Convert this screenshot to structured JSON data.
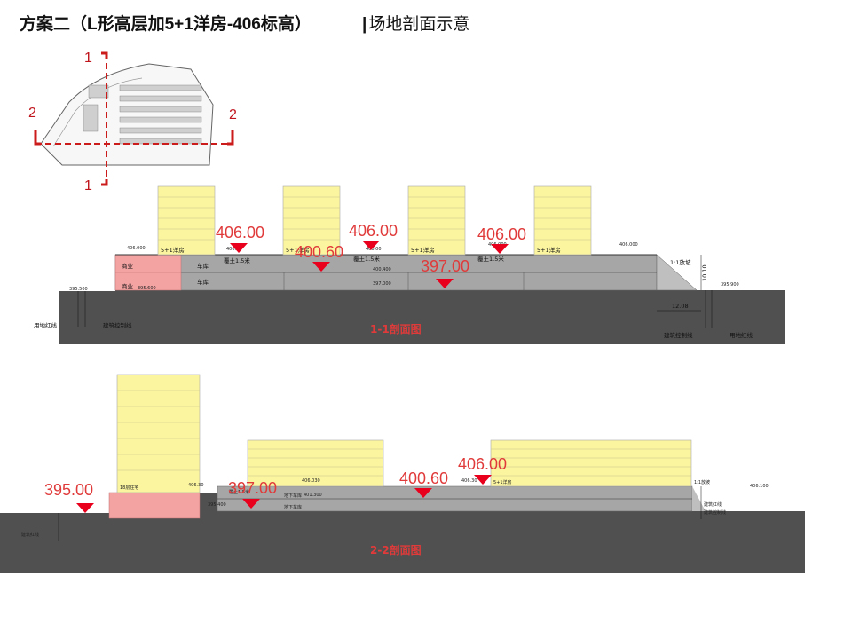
{
  "title": "方案二（L形高层加5+1洋房-406标高）",
  "subtitle": "场地剖面示意",
  "key_plan": {
    "section_labels": {
      "top_1": "1",
      "bottom_1": "1",
      "left_2": "2",
      "right_2": "2"
    }
  },
  "section_1": {
    "name": "1-1剖面图",
    "elevations": {
      "a": "406.00",
      "b": "400.60",
      "c": "406.00",
      "d": "406.00",
      "e": "397.00"
    },
    "house_labels": [
      "5+1洋房",
      "5+1洋房",
      "5+1洋房",
      "5+1洋房"
    ],
    "soil_labels": [
      "覆土1.5米",
      "覆土1.5米",
      "覆土1.5米"
    ],
    "garage_labels": [
      "车库",
      "车库"
    ],
    "commerce_labels": [
      "商业",
      "商业"
    ],
    "small_elevs": {
      "left_top": "406.000",
      "right_top": "406.000",
      "right_low": "395.900",
      "left_low": "395.500",
      "com_low": "395.600",
      "mid_a": "400.400",
      "mid_b": "397.000",
      "h1": "406.00",
      "h2": "406.00",
      "h3": "406.000"
    },
    "slope_label": "1:1放坡",
    "dim_height": "10.10",
    "dim_width": "12.08",
    "line_labels": {
      "red_line_left": "用地红线",
      "control_line_left": "建筑控制线",
      "control_line_right": "建筑控制线",
      "red_line_right": "用地红线"
    }
  },
  "section_2": {
    "name": "2-2剖面图",
    "elevations": {
      "a": "395.00",
      "b": "397.00",
      "c": "400.60",
      "d": "406.00"
    },
    "tower_label": "18层住宅",
    "house_label": "5+1洋房",
    "soil_label": "覆土1.5米",
    "garage_labels": [
      "地下车库",
      "地下车库"
    ],
    "small_elevs": {
      "tower_top": "406.30",
      "podium": "395.400",
      "mid1": "401.300",
      "mid2": "406.030",
      "mid3": "406.30",
      "far_right": "406.100"
    },
    "slope_label": "1:1放坡",
    "line_labels": {
      "left_line": "建筑红线",
      "right_red": "建筑红线",
      "right_control": "建筑控制线"
    }
  },
  "colors": {
    "accent_red": "#e03a3a",
    "section_red": "#c0141c",
    "ground": "#505050",
    "podium": "#a8a8a8",
    "building": "#fbf5a0",
    "commerce": "#f4a3a3"
  }
}
